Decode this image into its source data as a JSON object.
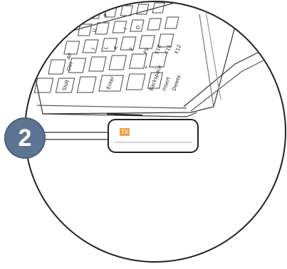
{
  "step": {
    "number": "2"
  },
  "device": {
    "indicator_label": "TX",
    "indicator_color": "#f0a048"
  },
  "badge": {
    "color": "#5e7493"
  },
  "keyboard": {
    "keys": [
      "P",
      "I",
      "K",
      "L",
      "O",
      "U",
      "J",
      "P",
      "Alt",
      "Ctrl",
      "Shift",
      "Enter",
      "Backspace",
      "Insert",
      "Delete",
      "F11",
      "F12",
      "F10",
      "F9",
      "+",
      "-"
    ]
  }
}
